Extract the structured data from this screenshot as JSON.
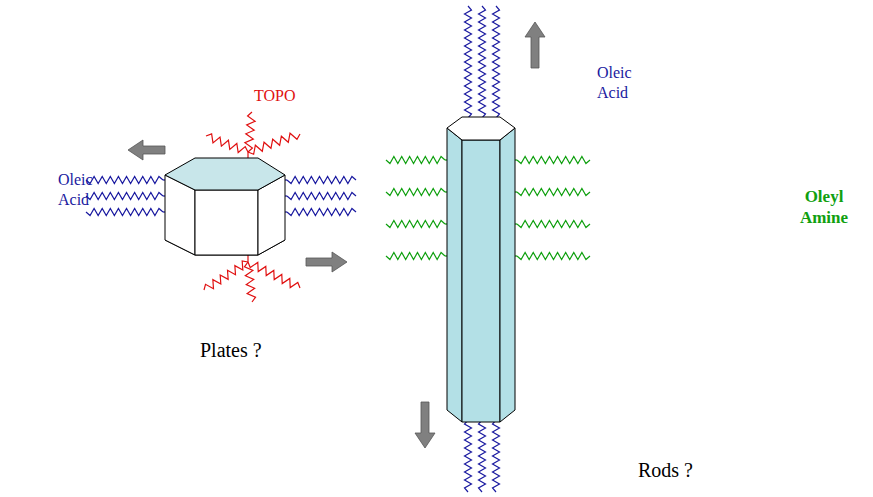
{
  "diagram": {
    "labels": [
      "TOPO",
      "Oleic Acid",
      "Plates ?",
      "Oleic Acid",
      "Oleyl Amine",
      "Rods ?"
    ]
  }
}
